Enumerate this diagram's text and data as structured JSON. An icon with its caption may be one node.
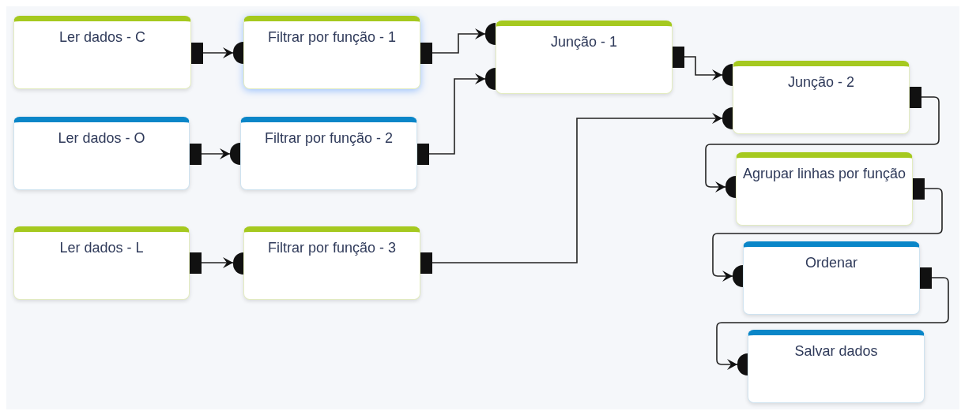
{
  "diagram": {
    "nodes": [
      {
        "text": [
          "Ler dados - C"
        ]
      },
      {
        "text": [
          "Filtrar por função - 1"
        ]
      },
      {
        "text": [
          "Junção - 1"
        ]
      },
      {
        "text": [
          "Junção - 2"
        ]
      },
      {
        "text": [
          "Ler dados - O"
        ]
      },
      {
        "text": [
          "Filtrar por função - 2"
        ]
      },
      {
        "text": [
          "Agrupar linhas por função"
        ]
      },
      {
        "text": [
          "Ler dados - L"
        ]
      },
      {
        "text": [
          "Filtrar por função - 3"
        ]
      },
      {
        "text": [
          "Ordenar"
        ]
      },
      {
        "text": [
          "Salvar dados"
        ]
      }
    ],
    "edges": [
      {
        "from": 0,
        "to": 1,
        "arrow": "to"
      },
      {
        "from": 1,
        "to": 2,
        "arrow": "to"
      },
      {
        "from": 4,
        "to": 5,
        "arrow": "to"
      },
      {
        "from": 5,
        "to": 2,
        "arrow": "to"
      },
      {
        "from": 2,
        "to": 3,
        "arrow": "to"
      },
      {
        "from": 7,
        "to": 8,
        "arrow": "to"
      },
      {
        "from": 8,
        "to": 3,
        "arrow": "to"
      },
      {
        "from": 3,
        "to": 6,
        "arrow": "to"
      },
      {
        "from": 6,
        "to": 9,
        "arrow": "to"
      },
      {
        "from": 9,
        "to": 10,
        "arrow": "to"
      }
    ]
  }
}
